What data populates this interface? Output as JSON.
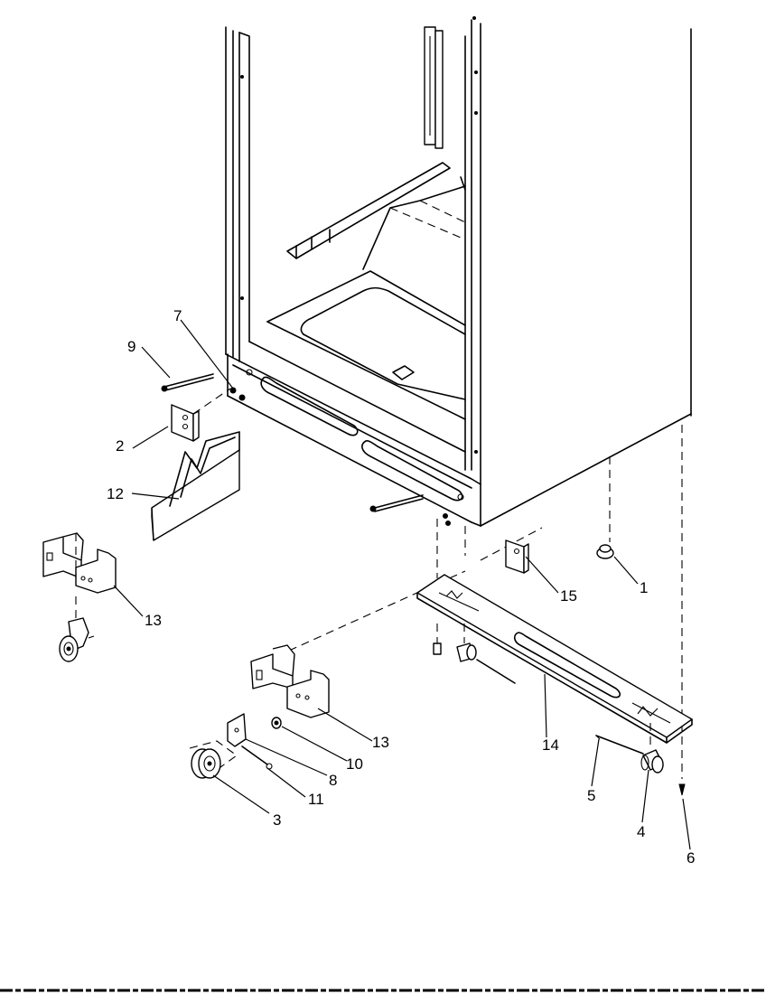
{
  "callouts": {
    "c1": "1",
    "c2": "2",
    "c3": "3",
    "c4": "4",
    "c5": "5",
    "c6": "6",
    "c7": "7",
    "c8": "8",
    "c9": "9",
    "c10": "10",
    "c11": "11",
    "c12": "12",
    "c13a": "13",
    "c13b": "13",
    "c14": "14",
    "c15": "15"
  }
}
